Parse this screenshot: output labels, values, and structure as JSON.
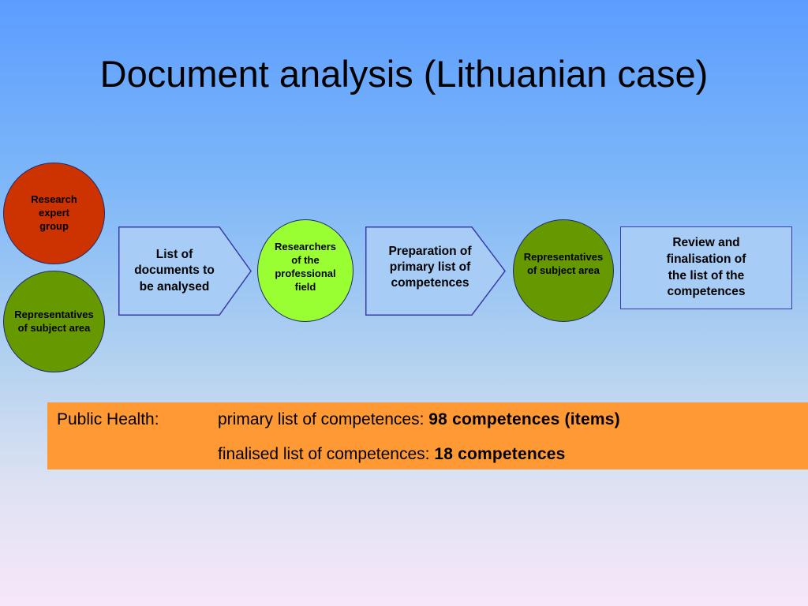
{
  "title": "Document analysis (Lithuanian case)",
  "nodes": {
    "research_expert_group": {
      "lines": [
        "Research",
        "expert",
        "group"
      ],
      "color": "#cc3300"
    },
    "representatives_left": {
      "lines": [
        "Representatives",
        "of subject area"
      ],
      "color": "#669900"
    },
    "list_of_documents": {
      "text": "List of\ndocuments to\nbe analysed"
    },
    "researchers": {
      "lines": [
        "Researchers",
        "of the",
        "professional",
        "field"
      ],
      "color": "#99ff33"
    },
    "preparation": {
      "text": "Preparation of\nprimary list of\ncompetences"
    },
    "representatives_right": {
      "lines": [
        "Representatives",
        "of subject area"
      ],
      "color": "#669900"
    },
    "review": {
      "text": "Review and\nfinalisation  of\nthe list of the\ncompetences"
    }
  },
  "summary": {
    "label": "Public Health:",
    "primary_prefix": "primary list of competences:",
    "primary_value": "98 competences (items)",
    "final_prefix": "finalised list of competences:",
    "final_value": "18 competences",
    "background": "#ff9933"
  }
}
